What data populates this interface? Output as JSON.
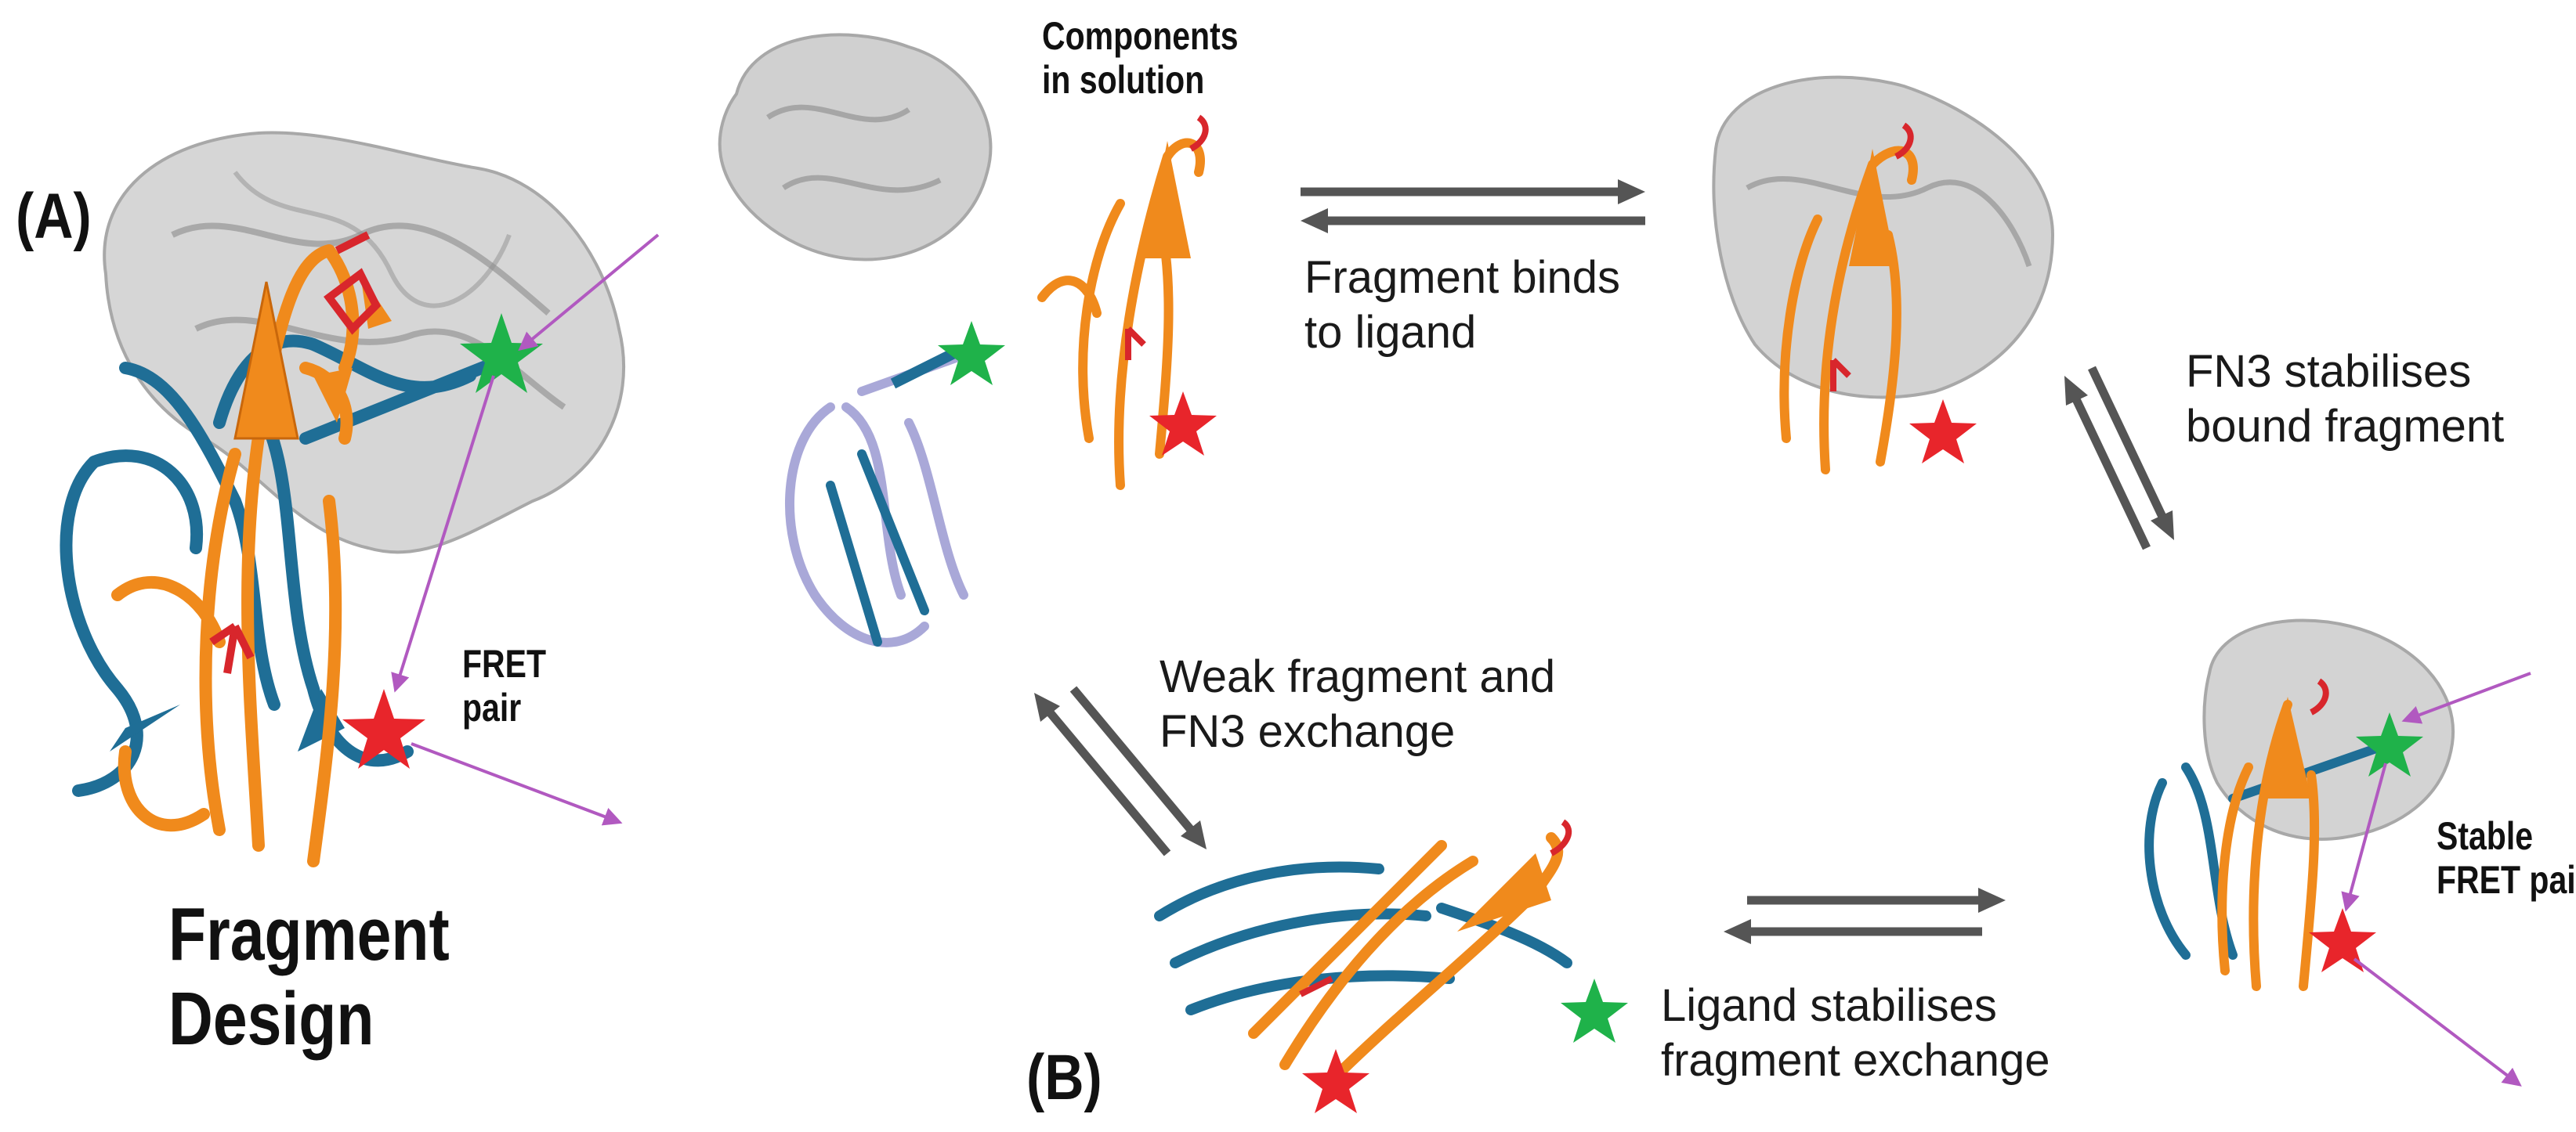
{
  "panels": {
    "a_letter": "(A)",
    "b_letter": "(B)"
  },
  "title": {
    "line1": "Fragment",
    "line2": "Design"
  },
  "notes": {
    "fret_pair": [
      "FRET",
      "pair"
    ],
    "components": [
      "Components",
      "in solution"
    ],
    "stable_fret": [
      "Stable",
      "FRET pair"
    ]
  },
  "captions": {
    "binds": [
      "Fragment binds",
      "to ligand"
    ],
    "stabilises": [
      "FN3 stabilises",
      "bound fragment"
    ],
    "exchange": [
      "Weak fragment and",
      "FN3 exchange"
    ],
    "ligand": [
      "Ligand stabilises",
      "fragment exchange"
    ]
  },
  "colors": {
    "fragment_orange": "#f08a1c",
    "fn3_blue": "#1f6e96",
    "fn3_light": "#a9a8d8",
    "ligand_grey": "#c8c8c8",
    "residue_red": "#d8262c",
    "donor_green": "#1fb24a",
    "acceptor_red": "#e8252b",
    "light_arrow": "#b159c0",
    "equilibrium_arrow": "#555555"
  },
  "icons": {
    "donor": "green-star-icon",
    "acceptor": "red-star-icon"
  }
}
